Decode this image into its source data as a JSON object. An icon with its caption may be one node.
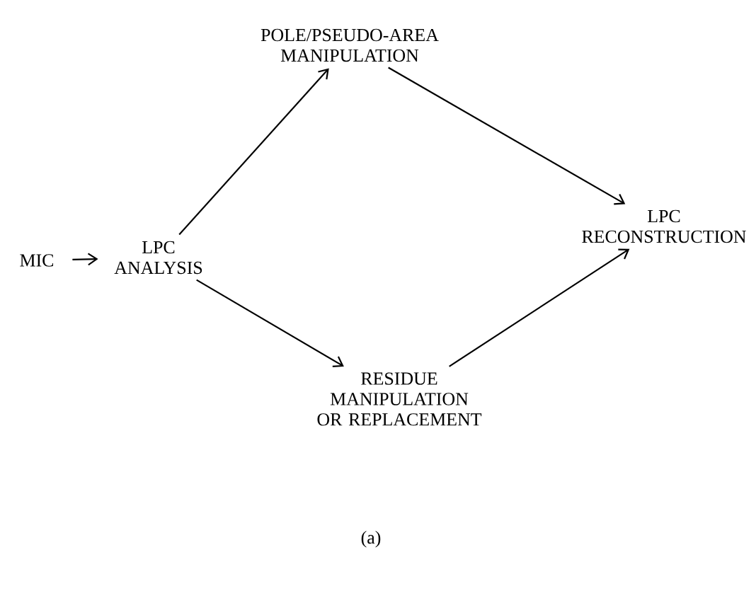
{
  "diagram": {
    "caption": "(a)",
    "nodes": [
      {
        "text": [
          "MIC"
        ]
      },
      {
        "text": [
          "LPC ANALYSIS"
        ]
      },
      {
        "text": [
          "POLE/PSEUDO-AREA MANIPULATION"
        ]
      },
      {
        "text": [
          "LPC RECONSTRUCTION"
        ]
      },
      {
        "text": [
          "RESIDUE MANIPULATION OR REPLACEMENT"
        ]
      }
    ],
    "edges": [
      {
        "from": 0,
        "to": 1,
        "arrow": "to"
      },
      {
        "from": 1,
        "to": 2,
        "arrow": "to"
      },
      {
        "from": 2,
        "to": 3,
        "arrow": "to"
      },
      {
        "from": 1,
        "to": 4,
        "arrow": "to"
      },
      {
        "from": 4,
        "to": 3,
        "arrow": "to"
      }
    ]
  }
}
